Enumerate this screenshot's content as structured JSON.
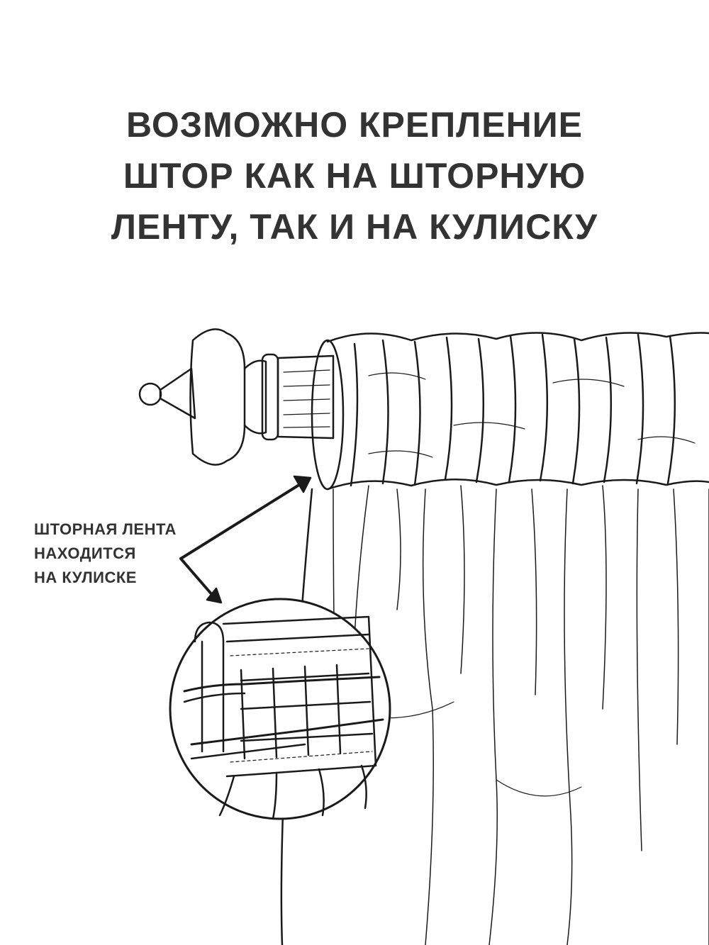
{
  "headline": {
    "line1": "ВОЗМОЖНО КРЕПЛЕНИЕ",
    "line2": "ШТОР КАК НА ШТОРНУЮ",
    "line3": "ЛЕНТУ, ТАК И НА КУЛИСКУ"
  },
  "callout": {
    "line1": "ШТОРНАЯ ЛЕНТА",
    "line2": "НАХОДИТСЯ",
    "line3": "НА КУЛИСКЕ"
  },
  "colors": {
    "text": "#333333",
    "ink": "#1a1a1a",
    "background": "#ffffff"
  },
  "illustration": {
    "items": [
      "curtain-rod-icon",
      "finial-icon",
      "gathered-curtain-icon",
      "curtain-tape-detail-icon",
      "arrow-icon"
    ]
  }
}
